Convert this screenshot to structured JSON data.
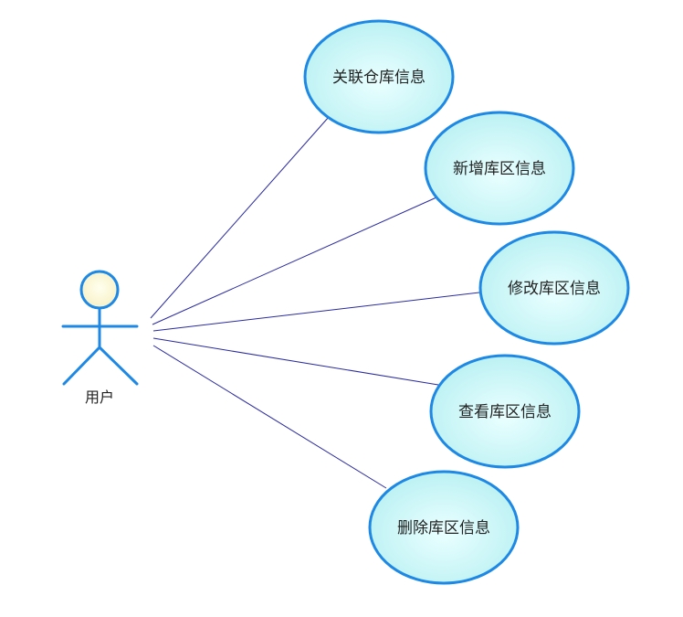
{
  "actor": {
    "label": "用户"
  },
  "use_cases": [
    {
      "label": "关联仓库信息"
    },
    {
      "label": "新增库区信息"
    },
    {
      "label": "修改库区信息"
    },
    {
      "label": "查看库区信息"
    },
    {
      "label": "删除库区信息"
    }
  ],
  "colors": {
    "outline": "#1e88e5",
    "association": "#2a2aa0",
    "usecase_fill_center": "#e6ffff",
    "usecase_fill_edge": "#b8f0f2",
    "actor_head_fill": "#fffbd6"
  }
}
